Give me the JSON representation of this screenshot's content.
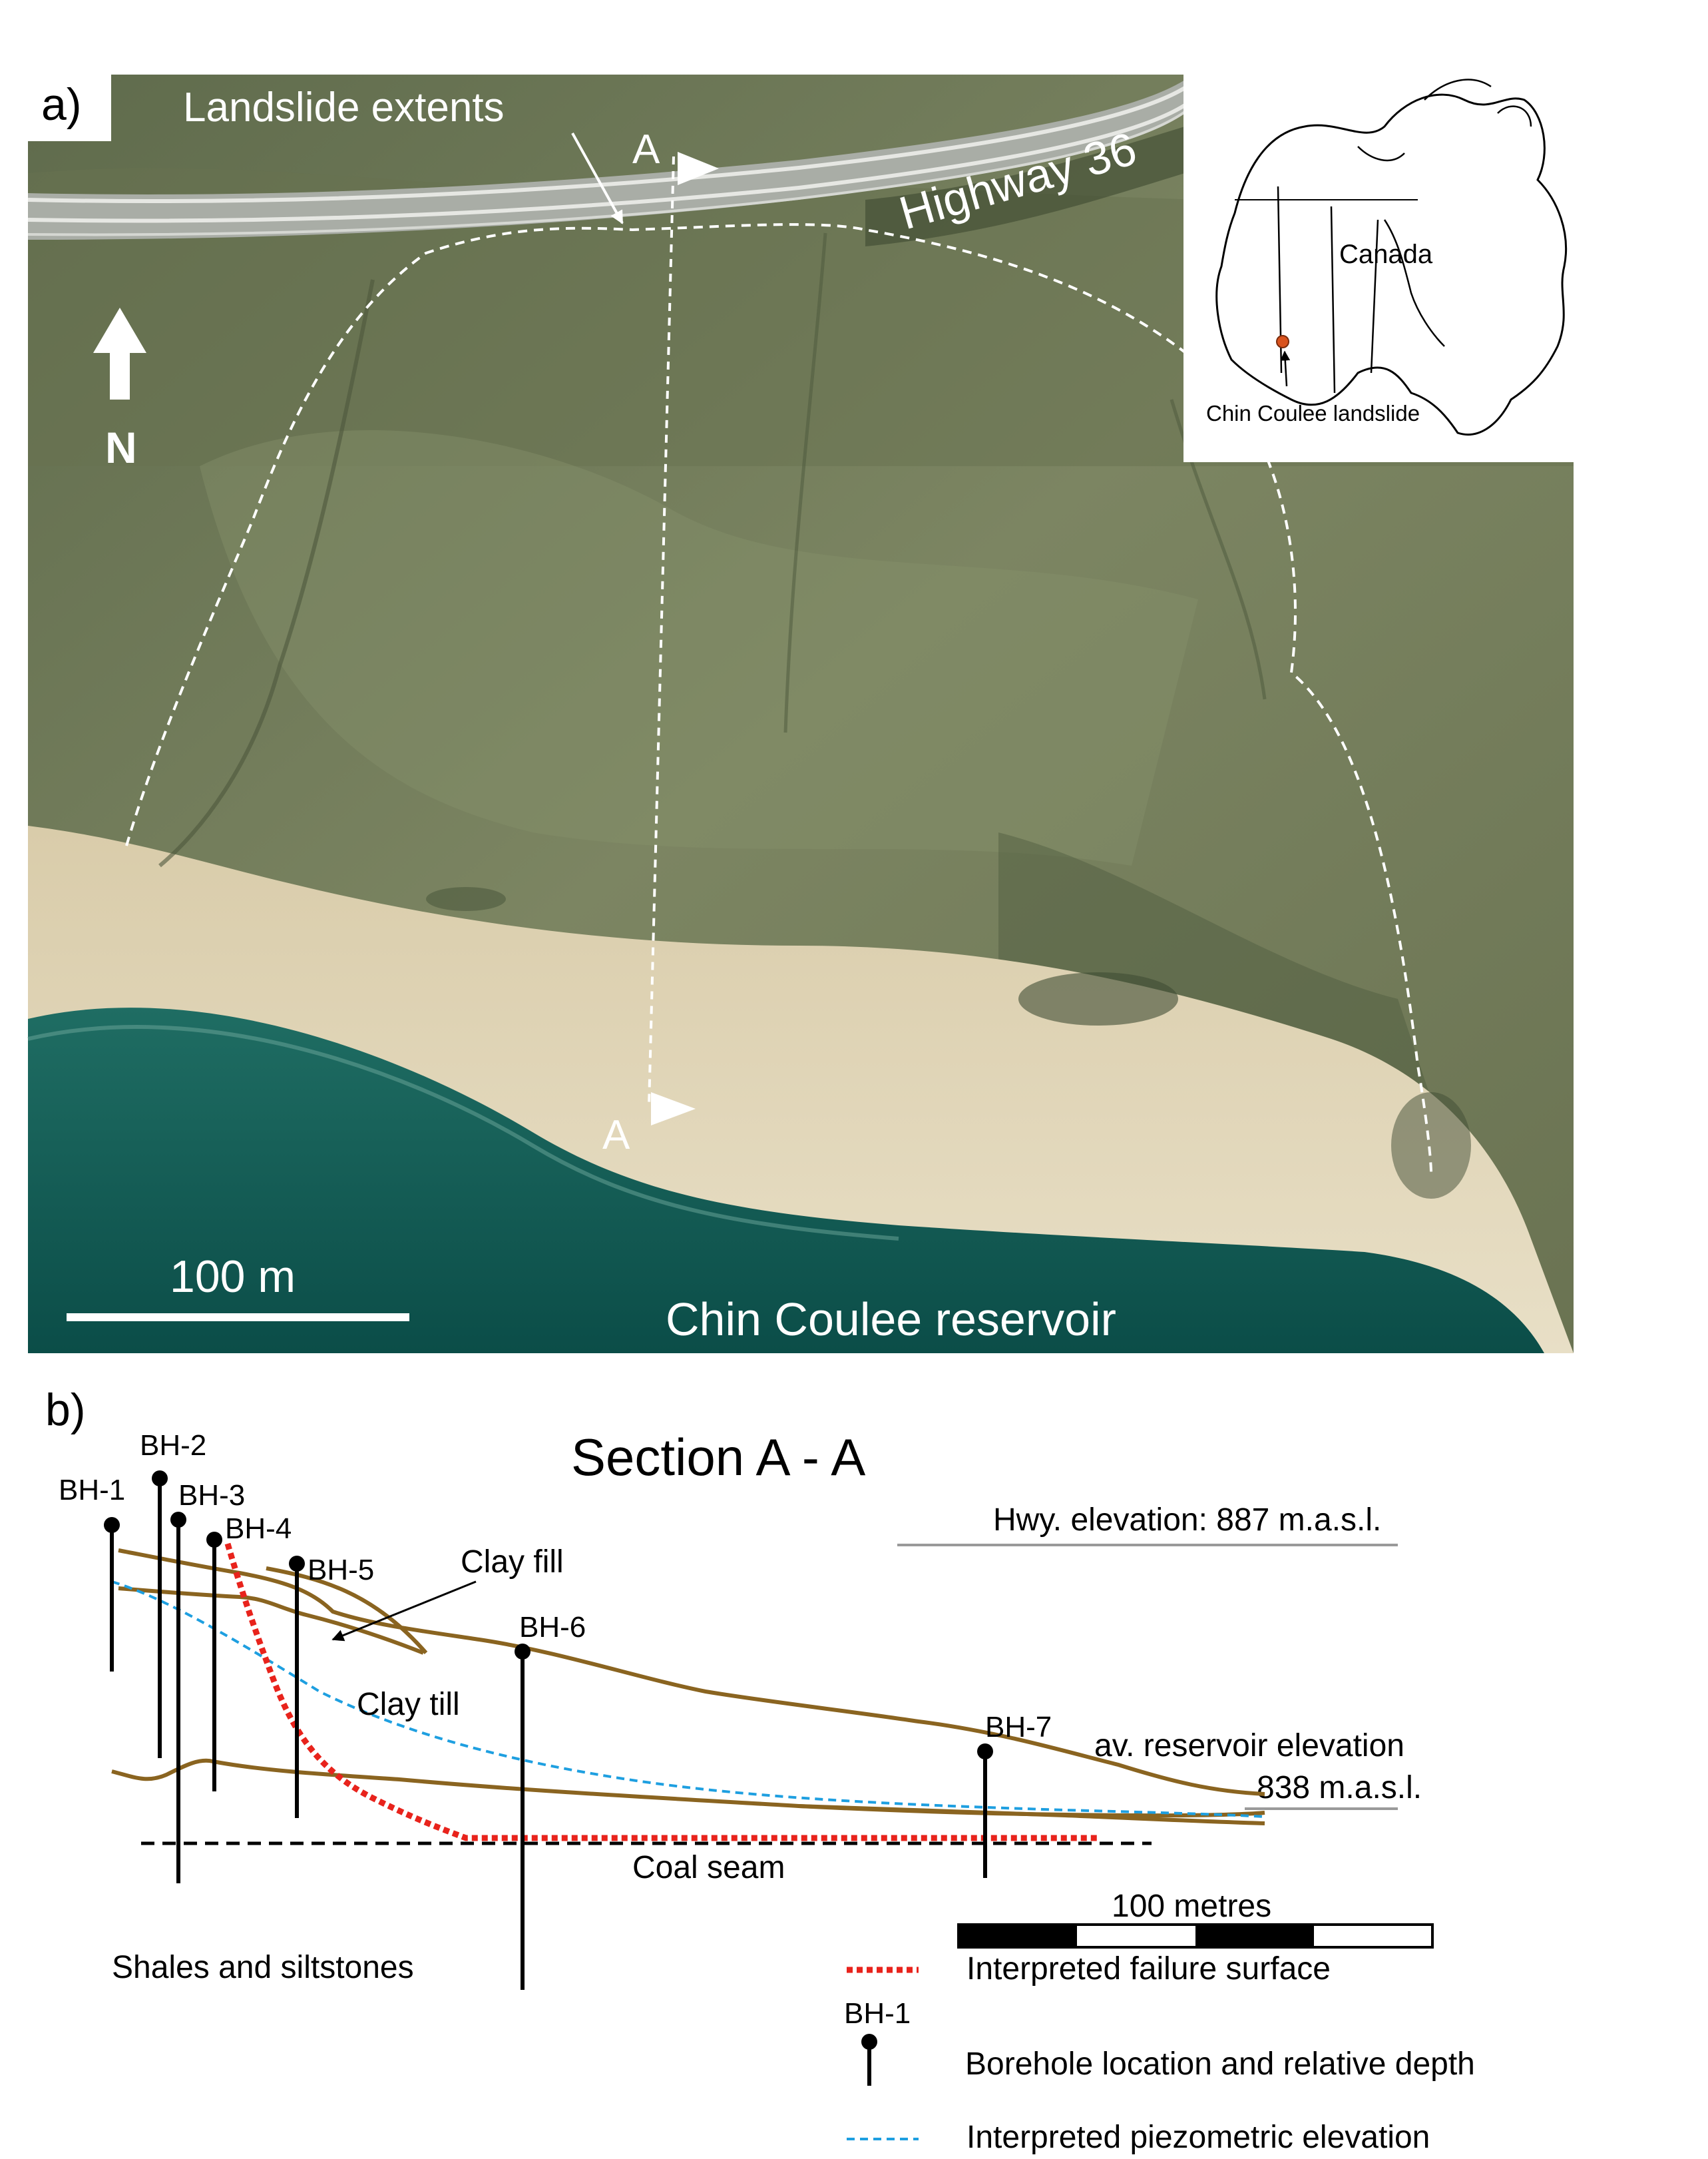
{
  "panel_a": {
    "label": "a)",
    "landslide_extents": "Landslide extents",
    "highway": "Highway 36",
    "section_top": "A",
    "section_bottom": "A",
    "north": "N",
    "scale": "100 m",
    "reservoir": "Chin Coulee reservoir",
    "inset": {
      "country": "Canada",
      "site": "Chin Coulee landslide"
    }
  },
  "panel_b": {
    "label": "b)",
    "title": "Section A - A",
    "boreholes": [
      "BH-1",
      "BH-2",
      "BH-3",
      "BH-4",
      "BH-5",
      "BH-6",
      "BH-7"
    ],
    "hwy_elevation": "Hwy. elevation: 887 m.a.s.l.",
    "reservoir_line1": "av. reservoir elevation",
    "reservoir_line2": "838 m.a.s.l.",
    "clay_fill": "Clay fill",
    "clay_till": "Clay till",
    "coal_seam": "Coal seam",
    "shales": "Shales and siltstones",
    "scale": "100 metres",
    "legend": {
      "failure": "Interpreted failure surface",
      "borehole_label": "BH-1",
      "borehole": "Borehole location and relative depth",
      "piezometric": "Interpreted piezometric elevation"
    }
  },
  "colors": {
    "stratum_line": "#8a6420",
    "failure_surface": "#e8231c",
    "piezometric": "#1e9fe0",
    "highway_lane": "#c9ccc8",
    "water": "#0e5a55",
    "beach": "#e2d7b8",
    "vegetation": "#6f7a56"
  }
}
